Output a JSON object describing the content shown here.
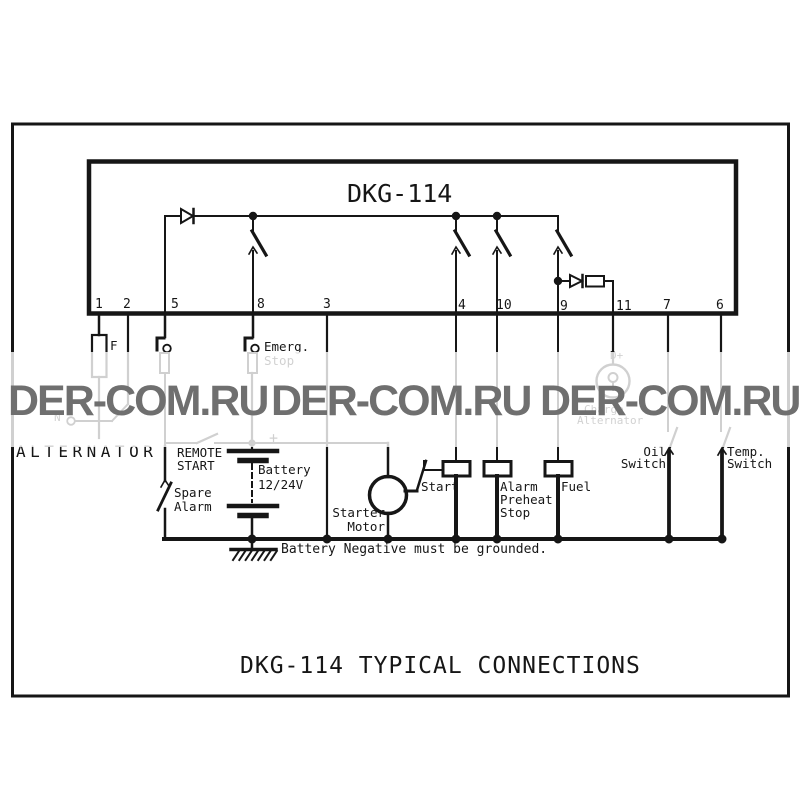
{
  "watermark": {
    "text": "DER-COM.RU"
  },
  "device": {
    "title": "DKG-114",
    "terminals": [
      "1",
      "2",
      "5",
      "8",
      "3",
      "4",
      "10",
      "9",
      "11",
      "7",
      "6"
    ]
  },
  "labels": {
    "fuse": "F",
    "emerg_stop": [
      "Emerg.",
      "Stop"
    ],
    "alternator": "ALTERNATOR",
    "n_terminal": "N",
    "remote_start": [
      "REMOTE",
      "START"
    ],
    "spare_alarm": [
      "Spare",
      "Alarm"
    ],
    "battery": [
      "Battery",
      "12/24V"
    ],
    "battery_plus": "+",
    "starter_motor": [
      "Starter",
      "Motor"
    ],
    "start": "Start",
    "alarm_relay": [
      "Alarm",
      "Preheat",
      "Stop"
    ],
    "fuel": "Fuel",
    "d_plus": "D+",
    "charge_alternator": [
      "Charge",
      "Alternator"
    ],
    "oil_switch": [
      "Oil",
      "Switch"
    ],
    "temp_switch": [
      "Temp.",
      "Switch"
    ],
    "ground_note": "Battery Negative must be grounded.",
    "caption": "DKG-114 TYPICAL CONNECTIONS"
  }
}
